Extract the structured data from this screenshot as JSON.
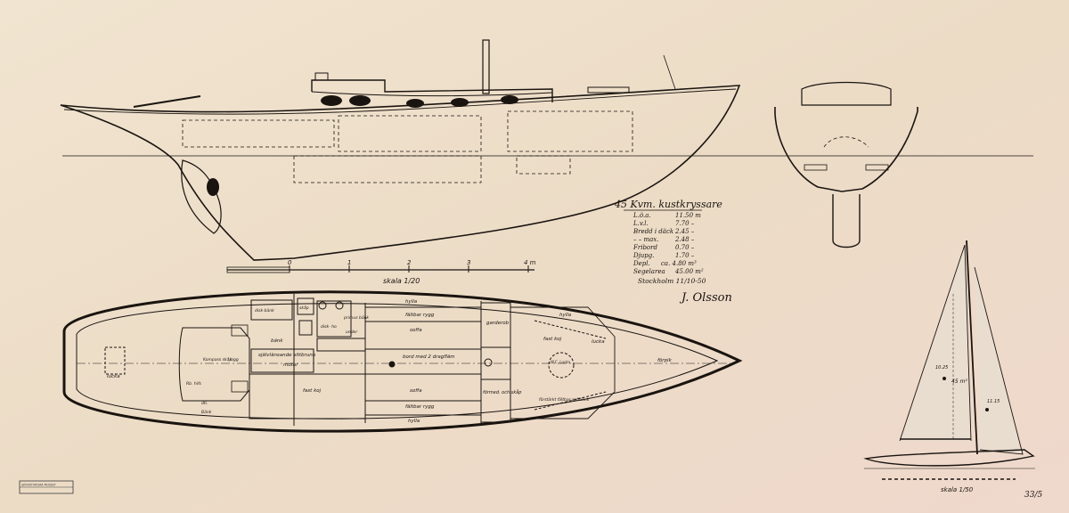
{
  "title_block": {
    "title": "45 Kvm. kustkryssare",
    "rows": [
      {
        "label": "L.ö.a.",
        "value": "11.50 m"
      },
      {
        "label": "L.v.l.",
        "value": "7.70 –"
      },
      {
        "label": "Bredd i däck",
        "value": "2.45 –"
      },
      {
        "label": "– – max.",
        "value": "2.48 –"
      },
      {
        "label": "Fribord",
        "value": "0.70 –"
      },
      {
        "label": "Djupg.",
        "value": "1.70 –"
      },
      {
        "label": "Depl.",
        "value": "ca. 4.80 m³"
      },
      {
        "label": "Segelarea",
        "value": "45.00 m²"
      }
    ],
    "place_date": "Stockholm 11/10-50",
    "signature": "J. Olsson"
  },
  "profile_scale": {
    "label": "skala 1/20",
    "ticks": [
      "0",
      "1",
      "2",
      "3",
      "4 m"
    ]
  },
  "sail_plan": {
    "scale_label": "skala 1/50",
    "area_label": "45 m²",
    "height_labels": [
      "10.25",
      "11.15"
    ]
  },
  "plan_labels": {
    "hylla_top": "hylla",
    "faltbar_rygg_top": "fältbar rygg",
    "soffa_top": "soffa",
    "garderob": "garderob",
    "fast_koj_fore": "fast koj",
    "hylla_fore": "hylla",
    "lucka": "lucka",
    "forpik": "förpik",
    "wc": "W.C. Lucka",
    "forstarkt_skott": "förstärkt fältbar soffbänk",
    "bord": "bord med 2 dragfläm",
    "soffa_bottom": "soffa",
    "faltbar_rygg_bottom": "fältbar rygg",
    "hylla_bottom": "hylla",
    "hangare": "förmed. och skåp",
    "fast_koj_aft": "fast koj",
    "sjalvlansande_sittbrunn": "självlänsande sittbrunn",
    "motor": "motor",
    "bank": "bänk",
    "kompass": "Kompass skåp",
    "logg": "logg",
    "dust": "Rb. hifs",
    "lucka_aft": "lucka",
    "stol": "dti.",
    "bankr": "Bänk",
    "skap": "skåp",
    "disk": "disk-bänk",
    "primus": "primus bänk",
    "diskho": "disk- ho",
    "under": "under",
    "garderob_top": "garderob"
  },
  "stamp": {
    "text": "SJÖHISTORISKA MUSEET"
  },
  "corner_mark": "33/5"
}
